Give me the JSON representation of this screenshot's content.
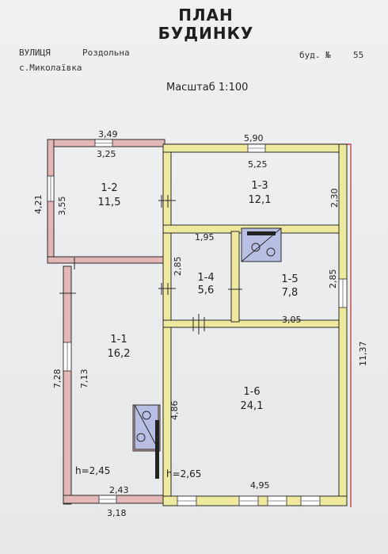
{
  "header": {
    "title_line1": "ПЛАН",
    "title_line2": "БУДИНКУ",
    "street_label": "ВУЛИЦЯ",
    "street_name": "Роздольна",
    "building_label": "буд. №",
    "building_number": "55",
    "village": "с.Миколаївка",
    "scale": "Масштаб 1:100"
  },
  "rooms": {
    "r1_1": {
      "id": "1-1",
      "area": "16,2"
    },
    "r1_2": {
      "id": "1-2",
      "area": "11,5"
    },
    "r1_3": {
      "id": "1-3",
      "area": "12,1"
    },
    "r1_4": {
      "id": "1-4",
      "area": "5,6"
    },
    "r1_5": {
      "id": "1-5",
      "area": "7,8"
    },
    "r1_6": {
      "id": "1-6",
      "area": "24,1"
    }
  },
  "dims": {
    "d_349": "3,49",
    "d_325": "3,25",
    "d_421": "4,21",
    "d_355": "3,55",
    "d_590": "5,90",
    "d_525": "5,25",
    "d_230": "2,30",
    "d_195": "1,95",
    "d_285a": "2,85",
    "d_285b": "2,85",
    "d_305": "3,05",
    "d_1137": "11,37",
    "d_728": "7,28",
    "d_713": "7,13",
    "d_486": "4,86",
    "d_243": "2,43",
    "d_318": "3,18",
    "d_495": "4,95"
  },
  "heights": {
    "h_left": "h=2,45",
    "h_right": "h=2,65"
  },
  "colors": {
    "old_wall": "#e2b7b5",
    "new_wall": "#efe9a0",
    "line": "#2a2a2a",
    "stove": "#b9bfe3",
    "outline_red": "#c1272d"
  }
}
